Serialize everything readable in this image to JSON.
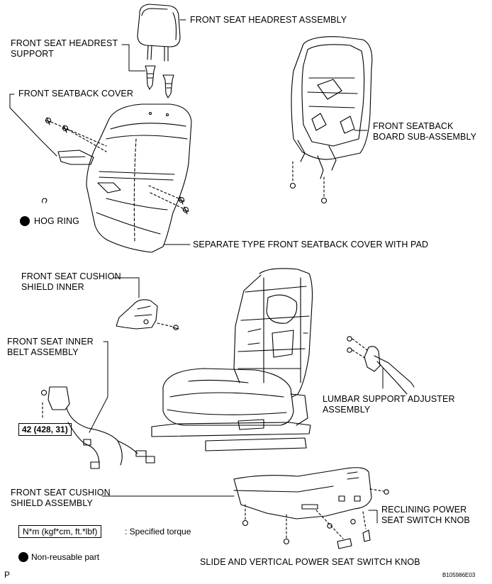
{
  "labels": {
    "headrest_assembly": "FRONT SEAT HEADREST ASSEMBLY",
    "headrest_support_1": "FRONT SEAT HEADREST",
    "headrest_support_2": "SUPPORT",
    "seatback_cover": "FRONT SEATBACK COVER",
    "board_1": "FRONT SEATBACK",
    "board_2": "BOARD SUB-ASSEMBLY",
    "hog_ring": "HOG RING",
    "separate_cover": "SEPARATE TYPE FRONT SEATBACK COVER WITH PAD",
    "cushion_shield_inner_1": "FRONT SEAT CUSHION",
    "cushion_shield_inner_2": "SHIELD INNER",
    "inner_belt_1": "FRONT SEAT INNER",
    "inner_belt_2": "BELT ASSEMBLY",
    "lumbar_1": "LUMBAR SUPPORT ADJUSTER",
    "lumbar_2": "ASSEMBLY",
    "cushion_shield_1": "FRONT SEAT CUSHION",
    "cushion_shield_2": "SHIELD ASSEMBLY",
    "reclining_1": "RECLINING POWER",
    "reclining_2": "SEAT SWITCH KNOB",
    "slide_knob": "SLIDE AND VERTICAL POWER SEAT SWITCH KNOB"
  },
  "torque": {
    "value": "42 (428, 31)",
    "legend_units": "N*m (kgf*cm, ft.*lbf)",
    "legend_text": ": Specified torque"
  },
  "legend": {
    "non_reusable": "Non-reusable part"
  },
  "footer": {
    "page_marker": "P",
    "figure_id": "B105986E03"
  }
}
